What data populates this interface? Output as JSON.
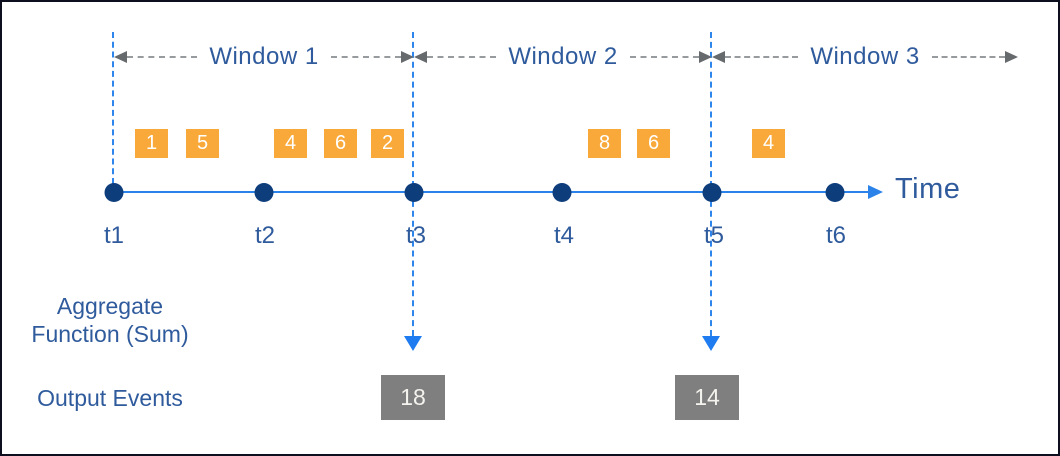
{
  "diagram": {
    "windows": [
      {
        "label": "Window 1"
      },
      {
        "label": "Window 2"
      },
      {
        "label": "Window 3"
      }
    ],
    "timeline": {
      "axis_label": "Time",
      "ticks": [
        "t1",
        "t2",
        "t3",
        "t4",
        "t5",
        "t6"
      ]
    },
    "events": [
      {
        "value": "1"
      },
      {
        "value": "5"
      },
      {
        "value": "4"
      },
      {
        "value": "6"
      },
      {
        "value": "2"
      },
      {
        "value": "8"
      },
      {
        "value": "6"
      },
      {
        "value": "4"
      }
    ],
    "aggregate": {
      "line1": "Aggregate",
      "line2": "Function (Sum)"
    },
    "output": {
      "label": "Output Events",
      "events": [
        {
          "value": "18"
        },
        {
          "value": "14"
        }
      ]
    },
    "colors": {
      "event_box": "#f8a93a",
      "output_box": "#7f7f7f",
      "axis_blue": "#2b83ea",
      "dot_navy": "#0e3d7c",
      "text_blue": "#2f5b9d",
      "arrow_gray": "#666a6d"
    }
  }
}
